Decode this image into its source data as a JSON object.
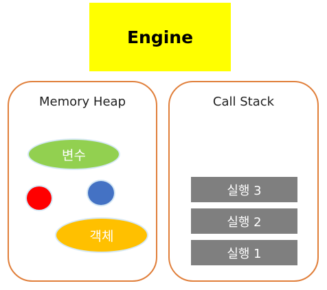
{
  "colors": {
    "engine_fill": "#ffff00",
    "panel_border": "#e07e39",
    "variable_fill": "#92d050",
    "object_fill": "#ffc000",
    "red_dot": "#ff0000",
    "blue_dot": "#4472c4",
    "stack_frame": "#7f7f7f"
  },
  "engine": {
    "label": "Engine"
  },
  "memory_heap": {
    "title": "Memory Heap",
    "variable_label": "변수",
    "object_label": "객체"
  },
  "call_stack": {
    "title": "Call Stack",
    "frames": [
      {
        "label": "실행 3"
      },
      {
        "label": "실행 2"
      },
      {
        "label": "실행 1"
      }
    ]
  }
}
